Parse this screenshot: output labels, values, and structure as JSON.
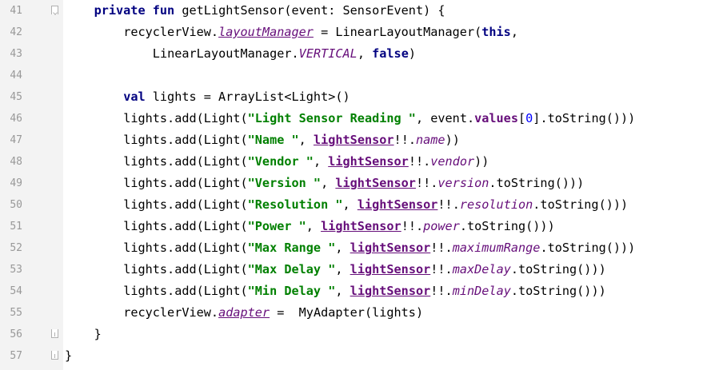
{
  "editor": {
    "lines": [
      {
        "no": "41",
        "fold": "open",
        "indent": 4,
        "tokens": [
          {
            "t": "private",
            "c": "kw"
          },
          {
            "t": " "
          },
          {
            "t": "fun",
            "c": "kw"
          },
          {
            "t": " getLightSensor(event: SensorEvent) {"
          }
        ]
      },
      {
        "no": "42",
        "fold": "",
        "indent": 8,
        "tokens": [
          {
            "t": "recyclerView."
          },
          {
            "t": "layoutManager",
            "c": "propu"
          },
          {
            "t": " = LinearLayoutManager("
          },
          {
            "t": "this",
            "c": "kw"
          },
          {
            "t": ","
          }
        ]
      },
      {
        "no": "43",
        "fold": "",
        "indent": 12,
        "tokens": [
          {
            "t": "LinearLayoutManager."
          },
          {
            "t": "VERTICAL",
            "c": "prop"
          },
          {
            "t": ", "
          },
          {
            "t": "false",
            "c": "kw"
          },
          {
            "t": ")"
          }
        ]
      },
      {
        "no": "44",
        "fold": "",
        "indent": 0,
        "tokens": []
      },
      {
        "no": "45",
        "fold": "",
        "indent": 8,
        "tokens": [
          {
            "t": "val",
            "c": "kw"
          },
          {
            "t": " lights = ArrayList<Light>()"
          }
        ]
      },
      {
        "no": "46",
        "fold": "",
        "indent": 8,
        "tokens": [
          {
            "t": "lights.add(Light("
          },
          {
            "t": "\"Light Sensor Reading \"",
            "c": "str"
          },
          {
            "t": ", event."
          },
          {
            "t": "values",
            "c": "fieldplain"
          },
          {
            "t": "["
          },
          {
            "t": "0",
            "c": "num"
          },
          {
            "t": "].toString()))"
          }
        ]
      },
      {
        "no": "47",
        "fold": "",
        "indent": 8,
        "tokens": [
          {
            "t": "lights.add(Light("
          },
          {
            "t": "\"Name \"",
            "c": "str"
          },
          {
            "t": ", "
          },
          {
            "t": "lightSensor",
            "c": "field"
          },
          {
            "t": "!!."
          },
          {
            "t": "name",
            "c": "prop"
          },
          {
            "t": "))"
          }
        ]
      },
      {
        "no": "48",
        "fold": "",
        "indent": 8,
        "tokens": [
          {
            "t": "lights.add(Light("
          },
          {
            "t": "\"Vendor \"",
            "c": "str"
          },
          {
            "t": ", "
          },
          {
            "t": "lightSensor",
            "c": "field"
          },
          {
            "t": "!!."
          },
          {
            "t": "vendor",
            "c": "prop"
          },
          {
            "t": "))"
          }
        ]
      },
      {
        "no": "49",
        "fold": "",
        "indent": 8,
        "tokens": [
          {
            "t": "lights.add(Light("
          },
          {
            "t": "\"Version \"",
            "c": "str"
          },
          {
            "t": ", "
          },
          {
            "t": "lightSensor",
            "c": "field"
          },
          {
            "t": "!!."
          },
          {
            "t": "version",
            "c": "prop"
          },
          {
            "t": ".toString()))"
          }
        ]
      },
      {
        "no": "50",
        "fold": "",
        "indent": 8,
        "tokens": [
          {
            "t": "lights.add(Light("
          },
          {
            "t": "\"Resolution \"",
            "c": "str"
          },
          {
            "t": ", "
          },
          {
            "t": "lightSensor",
            "c": "field"
          },
          {
            "t": "!!."
          },
          {
            "t": "resolution",
            "c": "prop"
          },
          {
            "t": ".toString()))"
          }
        ]
      },
      {
        "no": "51",
        "fold": "",
        "indent": 8,
        "tokens": [
          {
            "t": "lights.add(Light("
          },
          {
            "t": "\"Power \"",
            "c": "str"
          },
          {
            "t": ", "
          },
          {
            "t": "lightSensor",
            "c": "field"
          },
          {
            "t": "!!."
          },
          {
            "t": "power",
            "c": "prop"
          },
          {
            "t": ".toString()))"
          }
        ]
      },
      {
        "no": "52",
        "fold": "",
        "indent": 8,
        "tokens": [
          {
            "t": "lights.add(Light("
          },
          {
            "t": "\"Max Range \"",
            "c": "str"
          },
          {
            "t": ", "
          },
          {
            "t": "lightSensor",
            "c": "field"
          },
          {
            "t": "!!."
          },
          {
            "t": "maximumRange",
            "c": "prop"
          },
          {
            "t": ".toString()))"
          }
        ]
      },
      {
        "no": "53",
        "fold": "",
        "indent": 8,
        "tokens": [
          {
            "t": "lights.add(Light("
          },
          {
            "t": "\"Max Delay \"",
            "c": "str"
          },
          {
            "t": ", "
          },
          {
            "t": "lightSensor",
            "c": "field"
          },
          {
            "t": "!!."
          },
          {
            "t": "maxDelay",
            "c": "prop"
          },
          {
            "t": ".toString()))"
          }
        ]
      },
      {
        "no": "54",
        "fold": "",
        "indent": 8,
        "tokens": [
          {
            "t": "lights.add(Light("
          },
          {
            "t": "\"Min Delay \"",
            "c": "str"
          },
          {
            "t": ", "
          },
          {
            "t": "lightSensor",
            "c": "field"
          },
          {
            "t": "!!."
          },
          {
            "t": "minDelay",
            "c": "prop"
          },
          {
            "t": ".toString()))"
          }
        ]
      },
      {
        "no": "55",
        "fold": "",
        "indent": 8,
        "tokens": [
          {
            "t": "recyclerView."
          },
          {
            "t": "adapter",
            "c": "propu"
          },
          {
            "t": " =  MyAdapter(lights)"
          }
        ]
      },
      {
        "no": "56",
        "fold": "close",
        "indent": 4,
        "tokens": [
          {
            "t": "}"
          }
        ]
      },
      {
        "no": "57",
        "fold": "close",
        "indent": 0,
        "tokens": [
          {
            "t": "}"
          }
        ]
      }
    ]
  },
  "colors": {
    "gutter_bg": "#f3f3f3",
    "line_number": "#999999",
    "keyword": "#000080",
    "string": "#008000",
    "number": "#0000ff",
    "property": "#660e7a"
  }
}
